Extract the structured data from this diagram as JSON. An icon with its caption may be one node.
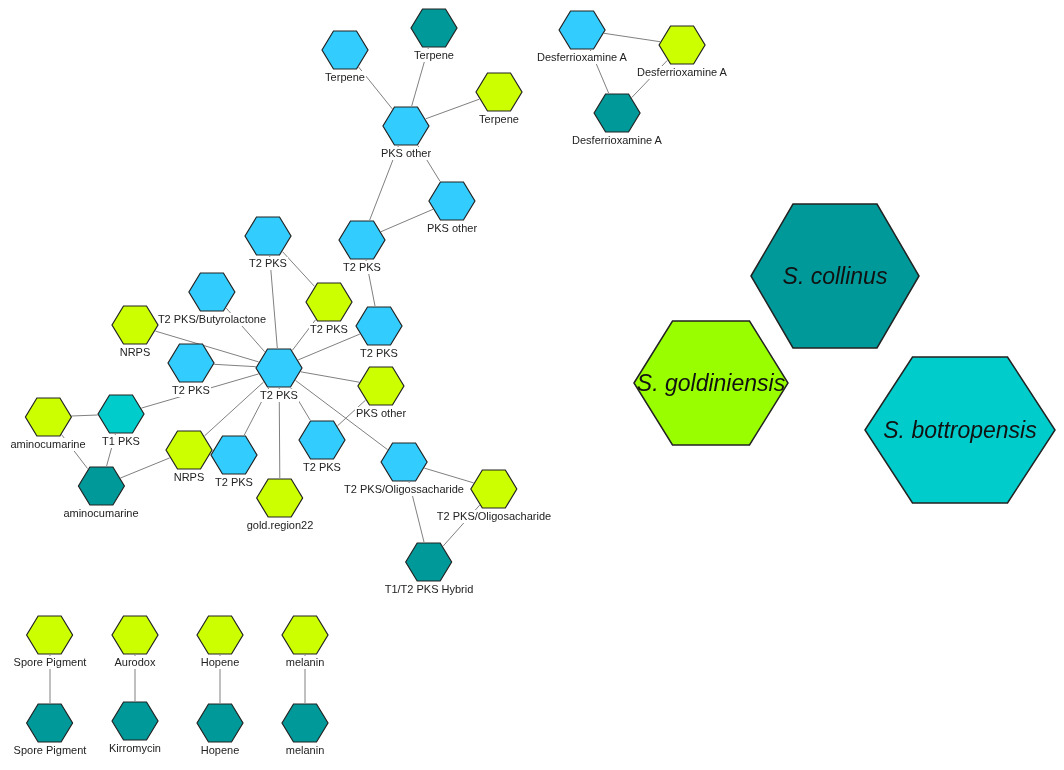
{
  "diagram": {
    "nodes": [
      {
        "text": [
          "Terpene"
        ]
      },
      {
        "text": [
          "Terpene"
        ]
      },
      {
        "text": [
          "Terpene"
        ]
      },
      {
        "text": [
          "PKS other"
        ]
      },
      {
        "text": [
          "Desferrioxamine A"
        ]
      },
      {
        "text": [
          "Desferrioxamine A"
        ]
      },
      {
        "text": [
          "Desferrioxamine A"
        ]
      },
      {
        "text": [
          "PKS other"
        ]
      },
      {
        "text": [
          "T2 PKS"
        ]
      },
      {
        "text": [
          "T2 PKS"
        ]
      },
      {
        "text": [
          "T2 PKS/Butyrolactone"
        ]
      },
      {
        "text": [
          "T2 PKS"
        ]
      },
      {
        "text": [
          "NRPS"
        ]
      },
      {
        "text": [
          "T2 PKS"
        ]
      },
      {
        "text": [
          "T2 PKS"
        ]
      },
      {
        "text": [
          "T2 PKS"
        ]
      },
      {
        "text": [
          "PKS other"
        ]
      },
      {
        "text": [
          "aminocumarine"
        ]
      },
      {
        "text": [
          "T1 PKS"
        ]
      },
      {
        "text": [
          "NRPS"
        ]
      },
      {
        "text": [
          "T2 PKS"
        ]
      },
      {
        "text": [
          "T2 PKS"
        ]
      },
      {
        "text": [
          "T2 PKS/Oligossacharide"
        ]
      },
      {
        "text": [
          "aminocumarine"
        ]
      },
      {
        "text": [
          "gold.region22"
        ]
      },
      {
        "text": [
          "T2 PKS/Oligosacharide"
        ]
      },
      {
        "text": [
          "T1/T2 PKS Hybrid"
        ]
      },
      {
        "text": [
          "Spore Pigment"
        ]
      },
      {
        "text": [
          "Aurodox"
        ]
      },
      {
        "text": [
          "Hopene"
        ]
      },
      {
        "text": [
          "melanin"
        ]
      },
      {
        "text": [
          "Spore Pigment"
        ]
      },
      {
        "text": [
          "Kirromycin"
        ]
      },
      {
        "text": [
          "Hopene"
        ]
      },
      {
        "text": [
          "melanin"
        ]
      },
      {
        "text": [
          "S. collinus"
        ]
      },
      {
        "text": [
          "S. goldiniensis"
        ]
      },
      {
        "text": [
          "S. bottropensis"
        ]
      }
    ],
    "edges": [
      {
        "from": 0,
        "to": 3,
        "arrow": "none"
      },
      {
        "from": 1,
        "to": 3,
        "arrow": "none"
      },
      {
        "from": 2,
        "to": 3,
        "arrow": "none"
      },
      {
        "from": 3,
        "to": 8,
        "arrow": "none"
      },
      {
        "from": 3,
        "to": 7,
        "arrow": "none"
      },
      {
        "from": 7,
        "to": 8,
        "arrow": "none"
      },
      {
        "from": 4,
        "to": 5,
        "arrow": "none"
      },
      {
        "from": 4,
        "to": 6,
        "arrow": "none"
      },
      {
        "from": 5,
        "to": 6,
        "arrow": "none"
      },
      {
        "from": 8,
        "to": 13,
        "arrow": "none"
      },
      {
        "from": 9,
        "to": 11,
        "arrow": "none"
      },
      {
        "from": 15,
        "to": 9,
        "arrow": "none"
      },
      {
        "from": 15,
        "to": 10,
        "arrow": "none"
      },
      {
        "from": 15,
        "to": 11,
        "arrow": "none"
      },
      {
        "from": 15,
        "to": 12,
        "arrow": "none"
      },
      {
        "from": 15,
        "to": 13,
        "arrow": "none"
      },
      {
        "from": 15,
        "to": 14,
        "arrow": "none"
      },
      {
        "from": 15,
        "to": 16,
        "arrow": "none"
      },
      {
        "from": 15,
        "to": 18,
        "arrow": "none"
      },
      {
        "from": 15,
        "to": 19,
        "arrow": "none"
      },
      {
        "from": 15,
        "to": 20,
        "arrow": "none"
      },
      {
        "from": 15,
        "to": 24,
        "arrow": "none"
      },
      {
        "from": 15,
        "to": 21,
        "arrow": "none"
      },
      {
        "from": 15,
        "to": 22,
        "arrow": "none"
      },
      {
        "from": 16,
        "to": 21,
        "arrow": "none"
      },
      {
        "from": 22,
        "to": 25,
        "arrow": "none"
      },
      {
        "from": 22,
        "to": 26,
        "arrow": "none"
      },
      {
        "from": 25,
        "to": 26,
        "arrow": "none"
      },
      {
        "from": 17,
        "to": 18,
        "arrow": "none"
      },
      {
        "from": 17,
        "to": 23,
        "arrow": "none"
      },
      {
        "from": 18,
        "to": 23,
        "arrow": "none"
      },
      {
        "from": 19,
        "to": 23,
        "arrow": "none"
      },
      {
        "from": 27,
        "to": 31,
        "arrow": "none"
      },
      {
        "from": 28,
        "to": 32,
        "arrow": "none"
      },
      {
        "from": 29,
        "to": 33,
        "arrow": "none"
      },
      {
        "from": 30,
        "to": 34,
        "arrow": "none"
      }
    ]
  }
}
